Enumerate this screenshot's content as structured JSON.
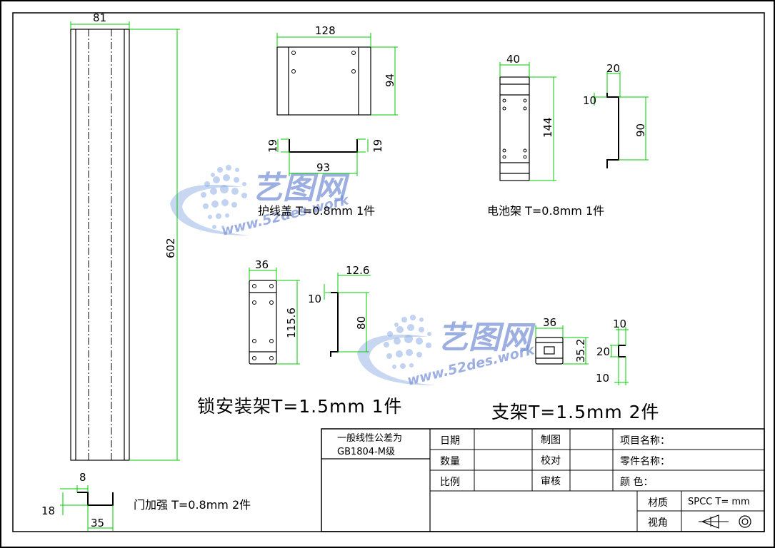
{
  "watermark": {
    "brand": "艺图网",
    "url": "www.52des.work"
  },
  "parts": {
    "door_reinforce": {
      "label": "门加强  T=0.8mm  2件",
      "dims": {
        "height": "602",
        "width": "81",
        "flange": "8",
        "depth": "18",
        "base": "35"
      }
    },
    "wire_cover": {
      "label": "护线盖  T=0.8mm  1件",
      "dims": {
        "width": "128",
        "height": "94",
        "left_flange": "19",
        "right_flange": "19",
        "base": "93"
      }
    },
    "battery_rack": {
      "label": "电池架  T=0.8mm  1件",
      "dims": {
        "width": "40",
        "height": "144",
        "flange_top": "20",
        "lip": "10",
        "depth": "90"
      }
    },
    "lock_bracket": {
      "label": "锁安装架T=1.5mm 1件",
      "dims": {
        "width": "36",
        "height": "115.6",
        "flange": "12.6",
        "lip": "10",
        "depth": "80"
      }
    },
    "support": {
      "label": "支架T=1.5mm 2件",
      "dims": {
        "width": "36",
        "height": "35.2",
        "top": "10",
        "mid": "20",
        "bottom": "10"
      }
    }
  },
  "title_block": {
    "tolerance_line1": "一般线性公差为",
    "tolerance_line2": "GB1804-M级",
    "date": "日期",
    "drawn": "制图",
    "project_name": "项目名称：",
    "quantity": "数量",
    "checked": "校对",
    "part_name": "零件名称：",
    "scale": "比例",
    "reviewed": "审核",
    "color_label": "颜    色：",
    "material_label": "材质",
    "material_value": "SPCC T=  mm",
    "view_label": "视角"
  }
}
